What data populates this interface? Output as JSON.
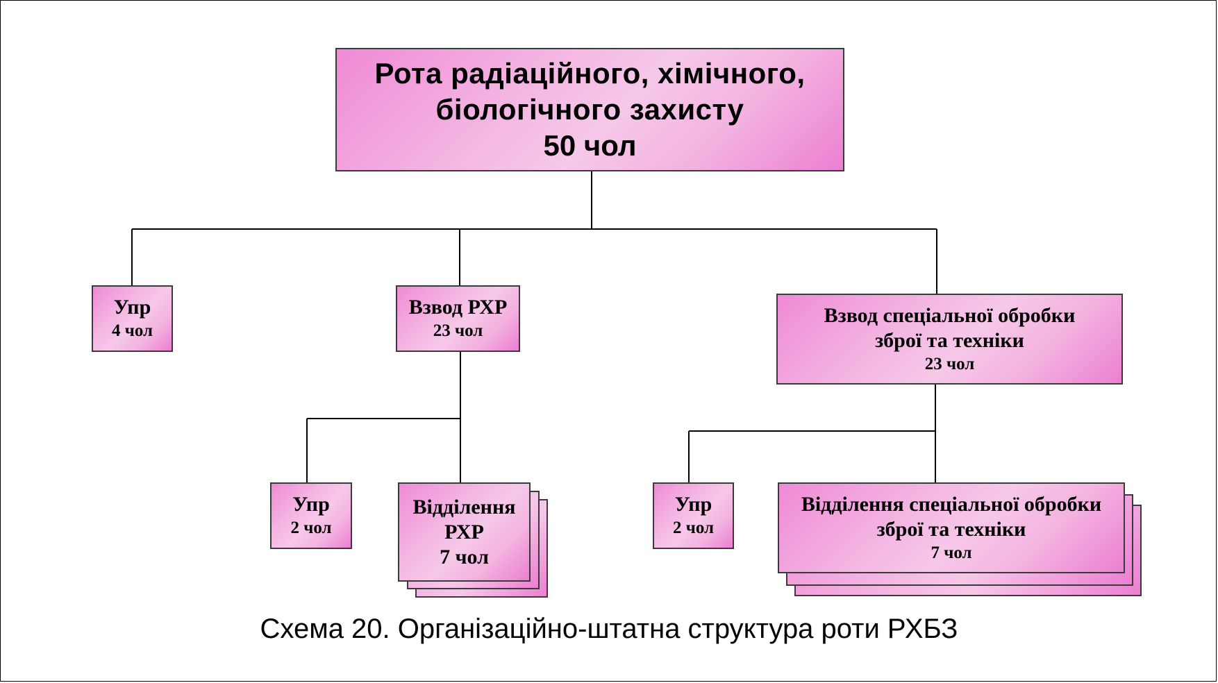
{
  "diagram": {
    "root": {
      "title_line1": "Рота радіаційного, хімічного,",
      "title_line2": "біологічного захисту",
      "count": "50 чол"
    },
    "mgmt_company": {
      "title": "Упр",
      "count": "4 чол"
    },
    "platoon_rkhr": {
      "title": "Взвод РХР",
      "count": "23 чол"
    },
    "platoon_special": {
      "title_line1": "Взвод спеціальної обробки",
      "title_line2": "зброї та техніки",
      "count": "23 чол"
    },
    "mgmt_rkhr": {
      "title": "Упр",
      "count": "2 чол"
    },
    "section_rkhr": {
      "title_line1": "Відділення",
      "title_line2": "РХР",
      "count": "7 чол"
    },
    "mgmt_special": {
      "title": "Упр",
      "count": "2 чол"
    },
    "section_special": {
      "title_line1": "Відділення спеціальної обробки",
      "title_line2": "зброї та техніки",
      "count": "7 чол"
    }
  },
  "caption": "Схема 20. Організаційно-штатна структура роти РХБЗ",
  "colors": {
    "box_fill": "#f3b5e2",
    "box_accent": "#ec7fd2",
    "line": "#000000"
  }
}
